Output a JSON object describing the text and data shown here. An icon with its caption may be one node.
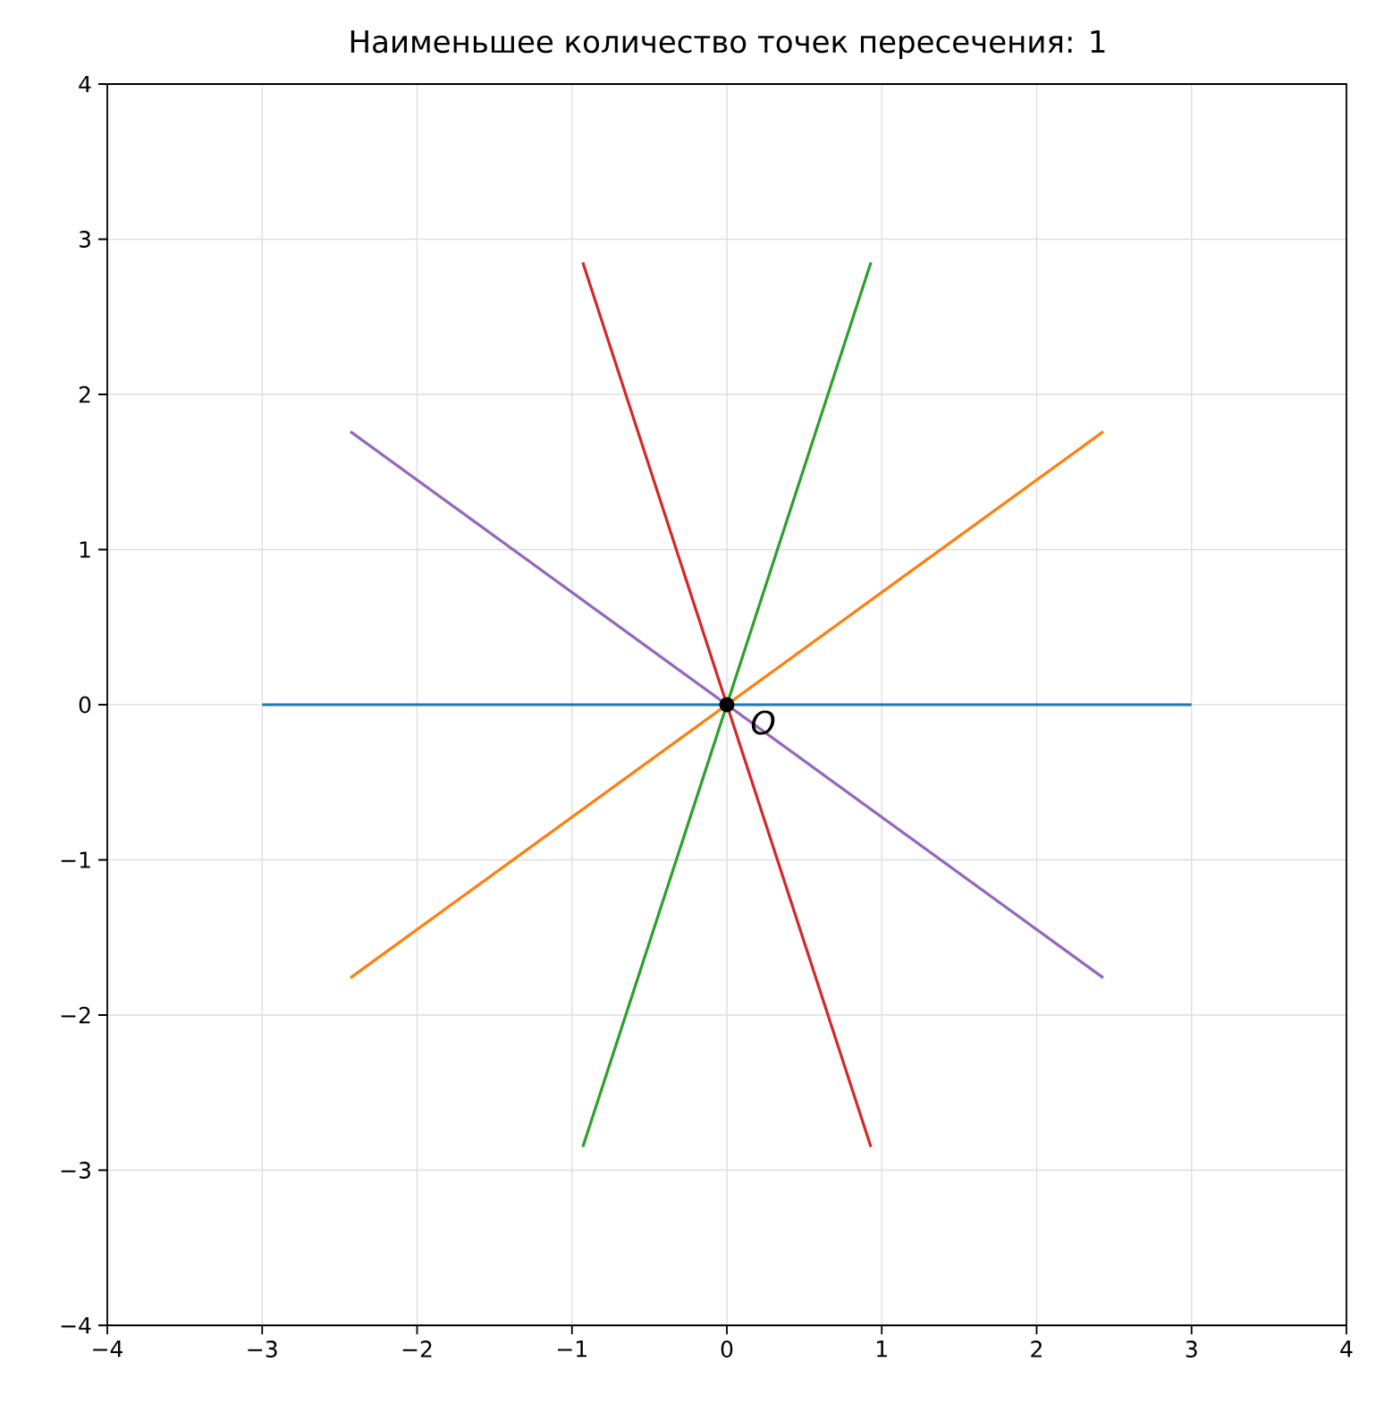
{
  "diagram": {
    "title": "Наименьшее количество точек пересечения: 1",
    "chart_data": {
      "type": "line",
      "xlim": [
        -4,
        4
      ],
      "ylim": [
        -4,
        4
      ],
      "grid": true,
      "xticks": [
        -4,
        -3,
        -2,
        -1,
        0,
        1,
        2,
        3,
        4
      ],
      "yticks": [
        -4,
        -3,
        -2,
        -1,
        0,
        1,
        2,
        3,
        4
      ],
      "series": [
        {
          "color": "#1f77b4",
          "x": [
            -3,
            3
          ],
          "values": [
            0,
            0
          ]
        },
        {
          "color": "#ff7f0e",
          "x": [
            -2.43,
            2.43
          ],
          "values": [
            -1.76,
            1.76
          ]
        },
        {
          "color": "#2ca02c",
          "x": [
            -0.93,
            0.93
          ],
          "values": [
            -2.85,
            2.85
          ]
        },
        {
          "color": "#d62728",
          "x": [
            -0.93,
            0.93
          ],
          "values": [
            2.85,
            -2.85
          ]
        },
        {
          "color": "#9467bd",
          "x": [
            -2.43,
            2.43
          ],
          "values": [
            1.76,
            -1.76
          ]
        }
      ],
      "annotations": [
        {
          "x": 0,
          "y": 0,
          "text": "O"
        }
      ]
    }
  }
}
